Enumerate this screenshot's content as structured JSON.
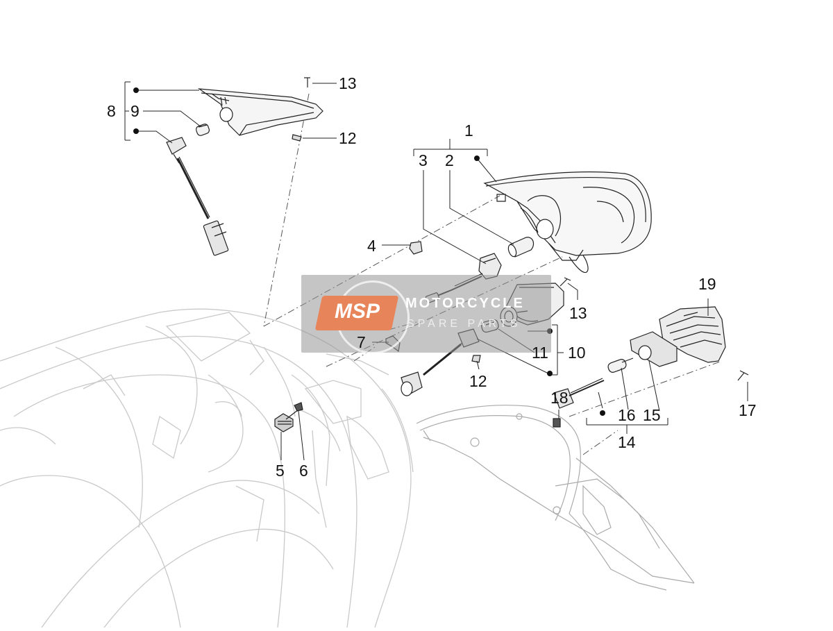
{
  "diagram": {
    "callouts": [
      {
        "id": "c1",
        "text": "1"
      },
      {
        "id": "c2",
        "text": "2"
      },
      {
        "id": "c3",
        "text": "3"
      },
      {
        "id": "c4",
        "text": "4"
      },
      {
        "id": "c5",
        "text": "5"
      },
      {
        "id": "c6",
        "text": "6"
      },
      {
        "id": "c7",
        "text": "7"
      },
      {
        "id": "c8",
        "text": "8"
      },
      {
        "id": "c9",
        "text": "9"
      },
      {
        "id": "c10",
        "text": "10"
      },
      {
        "id": "c11",
        "text": "11"
      },
      {
        "id": "c12a",
        "text": "12"
      },
      {
        "id": "c12b",
        "text": "12"
      },
      {
        "id": "c13a",
        "text": "13"
      },
      {
        "id": "c13b",
        "text": "13"
      },
      {
        "id": "c14",
        "text": "14"
      },
      {
        "id": "c15",
        "text": "15"
      },
      {
        "id": "c16",
        "text": "16"
      },
      {
        "id": "c17",
        "text": "17"
      },
      {
        "id": "c18",
        "text": "18"
      },
      {
        "id": "c19",
        "text": "19"
      }
    ]
  },
  "watermark": {
    "logo": "MSP",
    "line1": "MOTORCYCLE",
    "line2": "SPARE PARTS"
  },
  "colors": {
    "line": "#222222",
    "ghost": "#c8c8c8",
    "watermark_bg": "#969696",
    "logo_accent": "#e8845a"
  }
}
